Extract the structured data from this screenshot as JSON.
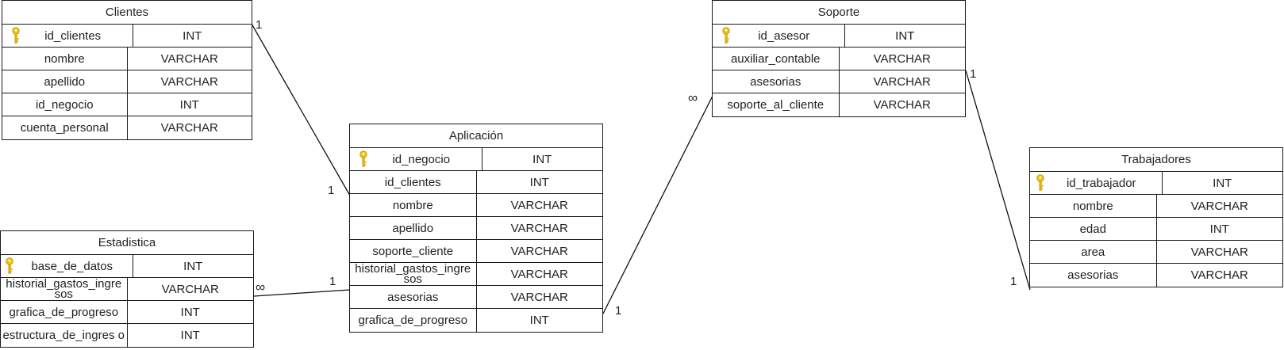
{
  "entities": [
    {
      "id": "clientes",
      "title": "Clientes",
      "rows": [
        {
          "name": "id_clientes",
          "type": "INT",
          "pk": true
        },
        {
          "name": "nombre",
          "type": "VARCHAR"
        },
        {
          "name": "apellido",
          "type": "VARCHAR"
        },
        {
          "name": "id_negocio",
          "type": "INT"
        },
        {
          "name": "cuenta_personal",
          "type": "VARCHAR"
        }
      ]
    },
    {
      "id": "soporte",
      "title": "Soporte",
      "rows": [
        {
          "name": "id_asesor",
          "type": "INT",
          "pk": true
        },
        {
          "name": "auxiliar_contable",
          "type": "VARCHAR"
        },
        {
          "name": "asesorias",
          "type": "VARCHAR"
        },
        {
          "name": "soporte_al_cliente",
          "type": "VARCHAR"
        }
      ]
    },
    {
      "id": "aplicacion",
      "title": "Aplicación",
      "rows": [
        {
          "name": "id_negocio",
          "type": "INT",
          "pk": true
        },
        {
          "name": "id_clientes",
          "type": "INT"
        },
        {
          "name": "nombre",
          "type": "VARCHAR"
        },
        {
          "name": "apellido",
          "type": "VARCHAR"
        },
        {
          "name": "soporte_cliente",
          "type": "VARCHAR"
        },
        {
          "name": "historial_gastos_ingre sos",
          "type": "VARCHAR"
        },
        {
          "name": "asesorias",
          "type": "VARCHAR"
        },
        {
          "name": "grafica_de_progreso",
          "type": "INT"
        }
      ]
    },
    {
      "id": "estadistica",
      "title": "Estadistica",
      "rows": [
        {
          "name": "base_de_datos",
          "type": "INT",
          "pk": true
        },
        {
          "name": "historial_gastos_ingre sos",
          "type": "VARCHAR"
        },
        {
          "name": "grafica_de_progreso",
          "type": "INT"
        },
        {
          "name": "estructura_de_ingres o",
          "type": "INT"
        }
      ]
    },
    {
      "id": "trabajadores",
      "title": "Trabajadores",
      "rows": [
        {
          "name": "id_trabajador",
          "type": "INT",
          "pk": true
        },
        {
          "name": "nombre",
          "type": "VARCHAR"
        },
        {
          "name": "edad",
          "type": "INT"
        },
        {
          "name": "area",
          "type": "VARCHAR"
        },
        {
          "name": "asesorias",
          "type": "VARCHAR"
        }
      ]
    }
  ],
  "relations": [
    {
      "from": "clientes",
      "to": "aplicacion",
      "from_cardinality": "1",
      "to_cardinality": "1"
    },
    {
      "from": "estadistica",
      "to": "aplicacion",
      "from_cardinality": "∞",
      "to_cardinality": "1"
    },
    {
      "from": "aplicacion",
      "to": "soporte",
      "from_cardinality": "1",
      "to_cardinality": "∞"
    },
    {
      "from": "soporte",
      "to": "trabajadores",
      "from_cardinality": "1",
      "to_cardinality": "1"
    }
  ]
}
